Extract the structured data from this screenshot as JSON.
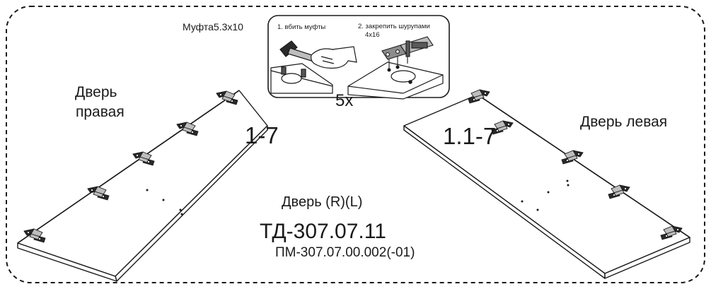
{
  "inset": {
    "coupling_label": "Муфта5.3x10",
    "step_1": "1. вбить муфты",
    "step_2_line_1": "2. закрепить шурупами",
    "step_2_line_2": "4x16",
    "quantity": "5x"
  },
  "door_right": {
    "name_line_1": "Дверь",
    "name_line_2": "правая",
    "code": "1-7"
  },
  "door_left": {
    "name": "Дверь левая",
    "code": "1.1-7"
  },
  "part": {
    "name": "Дверь (R)(L)",
    "drawing_number": "ТД-307.07.11",
    "part_number": "ПМ-307.07.00.002(-01)"
  },
  "colors": {
    "line": "#1a1a1a",
    "panel_fill": "#ffffff",
    "hinge_dark": "#2a2a2a",
    "hinge_light": "#bdbdbd"
  },
  "icons": [
    "hammer-icon",
    "hand-icon",
    "hinge-icon",
    "screwdriver-icon"
  ]
}
